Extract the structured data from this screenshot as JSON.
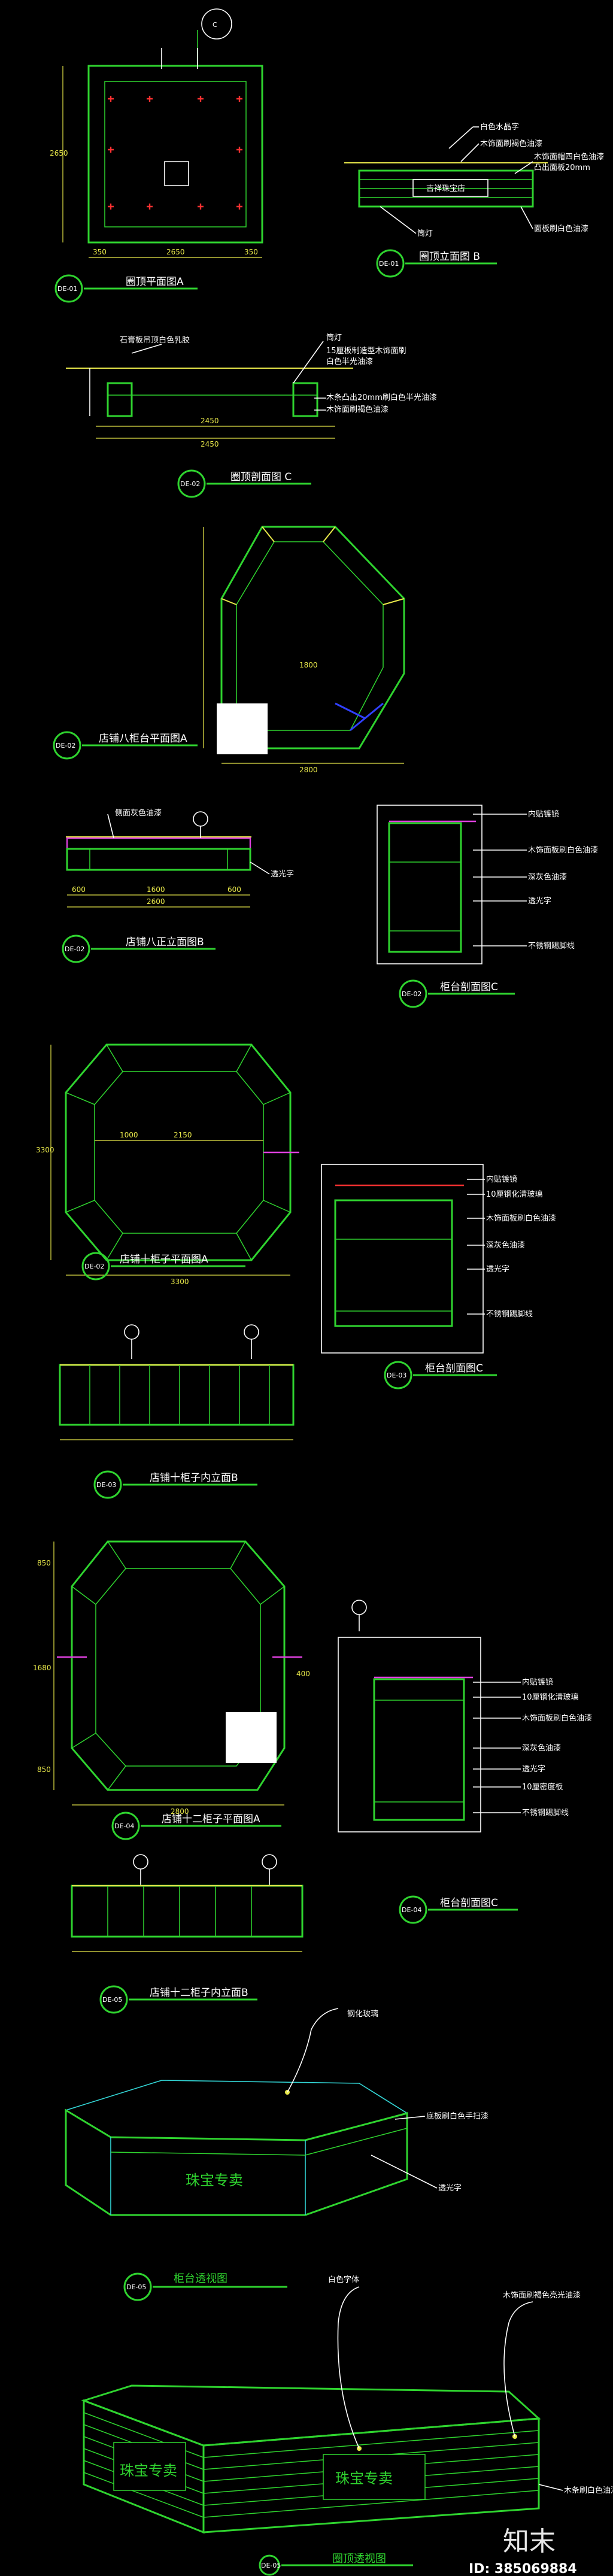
{
  "labels": {
    "ceiling_plan_a": "圈顶平面图A",
    "ceiling_elev_b": "圈顶立面图 B",
    "ceiling_section_c": "圈顶剖面图 C",
    "octagon_plan_a": "店铺八柜台平面图A",
    "octagon_front_b": "店铺八正立面图B",
    "counter_section_c": "柜台剖面图C",
    "ten_plan_a": "店铺十柜子平面图A",
    "ten_section_c": "柜台剖面图C",
    "ten_inner_b": "店铺十柜子内立面B",
    "twelve_plan_a": "店铺十二柜子平面图A",
    "twelve_section_c": "柜台剖面图C",
    "twelve_inner_b": "店铺十二柜子内立面B",
    "counter_persp": "柜台透视图",
    "ceiling_persp": "圈顶透视图"
  },
  "symbols": {
    "a": "C",
    "s1": "DE-01",
    "s2": "DE-01",
    "s3": "DE-02",
    "s4": "DE-02",
    "s5": "DE-02",
    "s6": "DE-02",
    "s7": "DE-02",
    "s8": "DE-03",
    "s9": "DE-03",
    "s10": "DE-04",
    "s11": "DE-05",
    "s12": "DE-05"
  },
  "dims": {
    "d2650": "2650",
    "d350a": "350",
    "d350b": "350",
    "d2650v": "2650",
    "d2450": "2450",
    "d2450b": "2450",
    "d1800": "1800",
    "d2800": "2800",
    "d600a": "600",
    "d600b": "600",
    "d1600": "1600",
    "d2600": "2600",
    "d3300": "3300",
    "d2150": "2150",
    "d1000": "1000",
    "d3300v": "3300",
    "d2800b": "2800",
    "d1680": "1680",
    "d850": "850",
    "d400": "400",
    "d850b": "850"
  },
  "notes": {
    "n1": "白色水晶字",
    "n2": "木饰面刷褐色油漆",
    "n3": "木饰面帽四白色油漆",
    "n4": "凸出面板20mm",
    "n5": "吉祥珠宝店",
    "n6": "筒灯",
    "n7": "面板刷白色油漆",
    "n8": "石膏板吊顶白色乳胶",
    "n9": "筒灯",
    "n10": "15厘板制造型木饰面刷",
    "n11": "白色半光油漆",
    "n12": "木条凸出20mm刷白色半光油漆",
    "n13": "木饰面刷褐色油漆",
    "n14": "侧面灰色油漆",
    "n15": "透光字",
    "n16": "内贴镀镜",
    "n17": "木饰面板刷白色油漆",
    "n18": "深灰色油漆",
    "n19": "透光字",
    "n20": "不锈钢踢脚线",
    "n21": "内贴镀镜",
    "n22": "10厘钢化清玻璃",
    "n23": "木饰面板刷白色油漆",
    "n24": "深灰色油漆",
    "n25": "透光字",
    "n26": "不锈钢踢脚线",
    "n27": "内贴镀镜",
    "n28": "10厘钢化清玻璃",
    "n29": "木饰面板刷白色油漆",
    "n30": "深灰色油漆",
    "n31": "透光字",
    "n32": "10厘密度板",
    "n33": "不锈钢踢脚线",
    "n34": "钢化玻璃",
    "n35": "底板刷白色手扫漆",
    "n36": "透光字",
    "n37": "白色字体",
    "n38": "木饰面刷褐色亮光油漆",
    "n39": "木条刷白色油漆"
  },
  "persp": {
    "counter_text": "珠宝专卖",
    "ceiling_text1": "珠宝专卖",
    "ceiling_text2": "珠宝专卖"
  },
  "watermark": {
    "brand": "知末",
    "id": "ID: 385069884"
  }
}
